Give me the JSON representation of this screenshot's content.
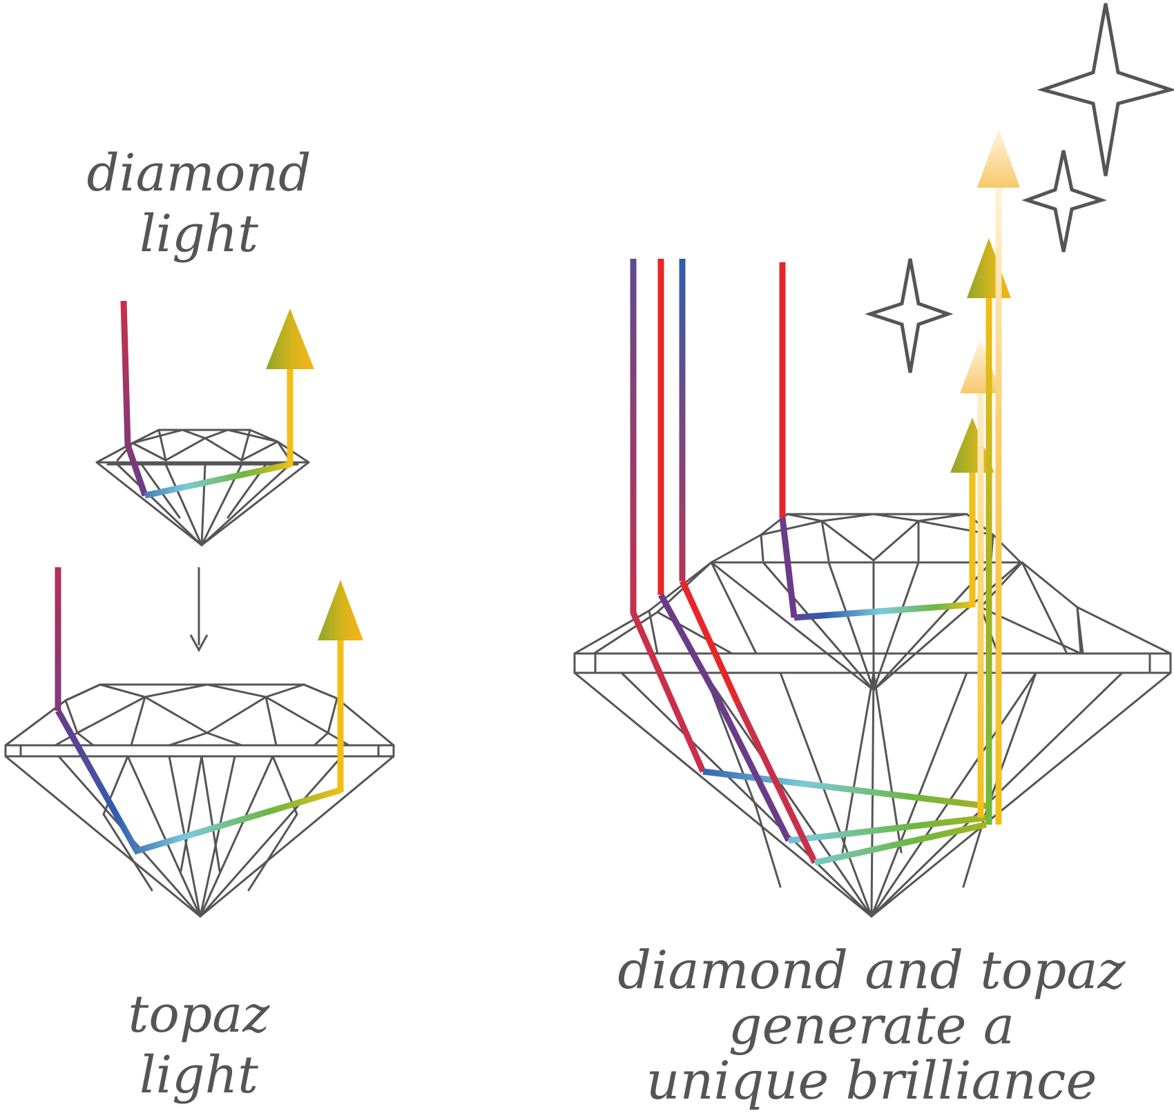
{
  "labels": {
    "diamond_light": [
      "diamond",
      "light"
    ],
    "topaz_light": [
      "topaz",
      "light"
    ],
    "combined": [
      "diamond and topaz",
      "generate a",
      "unique brilliance"
    ]
  },
  "colors": {
    "outline": "#555555",
    "text": "#555555",
    "red": "#E8262A",
    "crimson": "#C8304A",
    "purple": "#6A3C88",
    "blue": "#2F5DAE",
    "cyan": "#7ACAD8",
    "green": "#6DB740",
    "olive": "#A6B320",
    "yellow": "#F3BE17",
    "orange": "#F9A61A"
  },
  "icons": {
    "gem": "gem-outline-icon",
    "star": "sparkle-star-icon",
    "arrow": "down-arrow-icon"
  }
}
